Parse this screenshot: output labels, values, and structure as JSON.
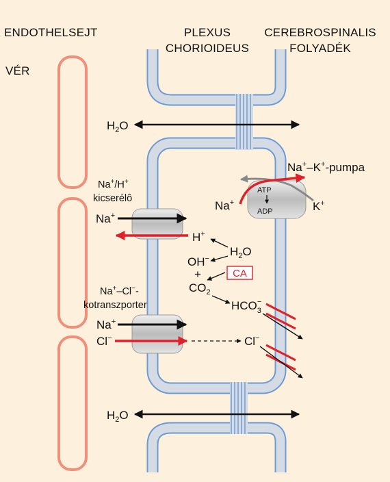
{
  "headers": {
    "endothelial": "ENDOTHELSEJT",
    "plexus_line1": "PLEXUS",
    "plexus_line2": "CHORIOIDEUS",
    "csf_line1": "CEREBROSPINALIS",
    "csf_line2": "FOLYADÉK",
    "blood": "VÉR"
  },
  "labels": {
    "water_top": {
      "base": "H",
      "sub": "2",
      "tail": "O"
    },
    "water_bottom": {
      "base": "H",
      "sub": "2",
      "tail": "O"
    },
    "exchanger_line1": {
      "a": "Na",
      "sup1": "+",
      "b": "/H",
      "sup2": "+"
    },
    "exchanger_line2": "kicserélô",
    "na_in_exchanger": {
      "base": "Na",
      "sup": "+"
    },
    "h_out": {
      "base": "H",
      "sup": "+"
    },
    "h2o_mid": {
      "base": "H",
      "sub": "2",
      "tail": "O"
    },
    "oh": {
      "base": "OH",
      "sup": "−"
    },
    "plus": "+",
    "co2": {
      "base": "CO",
      "sub": "2"
    },
    "ca": "CA",
    "hco3": {
      "base": "HCO",
      "sub": "3",
      "sup": "−"
    },
    "cotransporter_line1": {
      "a": "Na",
      "sup1": "+",
      "b": "–Cl",
      "sup2": "−",
      "c": "-"
    },
    "cotransporter_line2": "kotranszporter",
    "na_in_cotrans": {
      "base": "Na",
      "sup": "+"
    },
    "cl_in_cotrans": {
      "base": "Cl",
      "sup": "−"
    },
    "cl_inside": {
      "base": "Cl",
      "sup": "−"
    },
    "pump": {
      "a": "Na",
      "sup1": "+",
      "b": "–K",
      "sup2": "+",
      "c": "-pumpa"
    },
    "na_pump": {
      "base": "Na",
      "sup": "+"
    },
    "k_pump": {
      "base": "K",
      "sup": "+"
    },
    "atp": "ATP",
    "adp": "ADP"
  },
  "colors": {
    "background": "#fdf0dc",
    "endothelium": "#f0907a",
    "membrane_fill": "#d4dbe5",
    "membrane_line": "#6b9ad4",
    "arrow_red": "#e0202a",
    "arrow_black": "#111111"
  }
}
